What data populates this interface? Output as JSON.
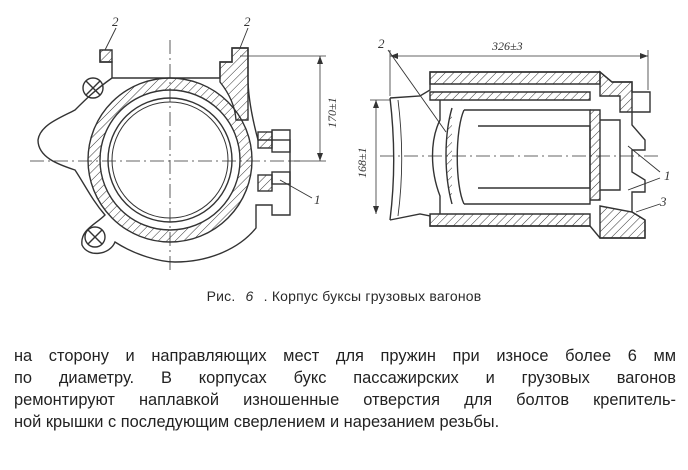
{
  "figure": {
    "callouts": {
      "left_top_a": "2",
      "left_top_b": "2",
      "left_right": "1",
      "right_top": "2",
      "right_mid": "1",
      "right_bottom": "3"
    },
    "dimensions": {
      "width_label": "326±3",
      "height_left": "170±1",
      "height_right": "168±1"
    }
  },
  "caption": {
    "prefix": "Рис.",
    "number": "6",
    "title": ". Корпус буксы грузовых вагонов"
  },
  "text": {
    "lines": [
      "на сторону и направляющих мест для пружин при износе более 6 мм",
      "по диаметру. В корпусах букс пассажирских и грузовых вагонов",
      "ремонтируют наплавкой изношенные отверстия для болтов крепитель-",
      "ной крышки с последующим сверлением и нарезанием резьбы."
    ]
  }
}
